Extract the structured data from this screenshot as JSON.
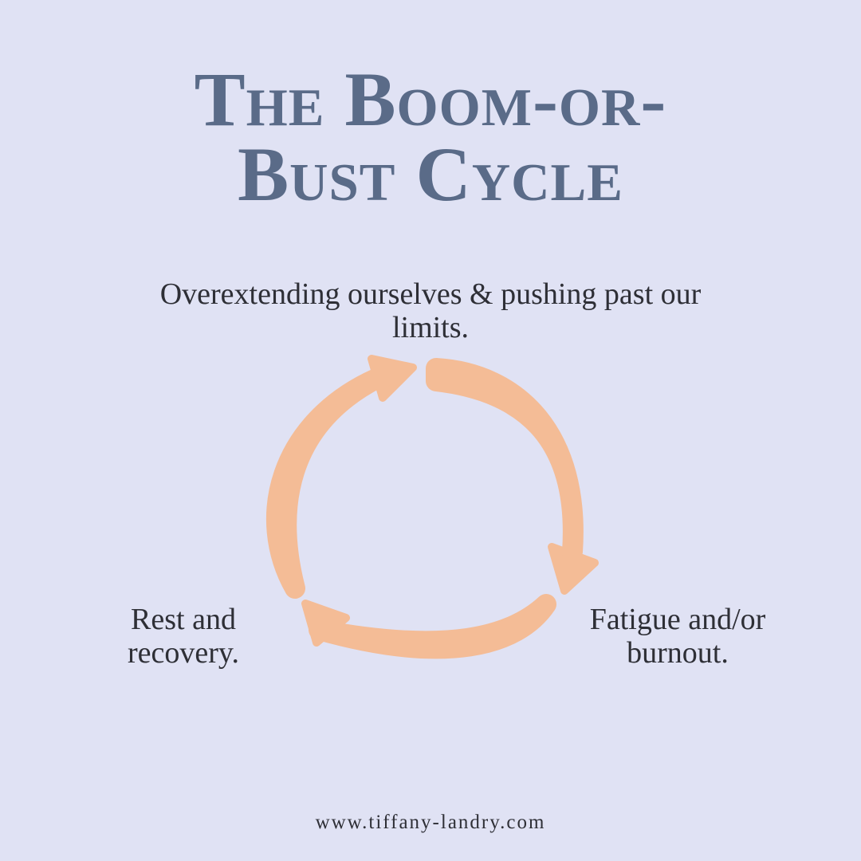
{
  "title": {
    "line1": "The Boom-or-",
    "line2": "Bust Cycle"
  },
  "stages": {
    "boom": "Overextending ourselves & pushing past our limits.",
    "bust": "Fatigue and/or burnout.",
    "recovery": "Rest and recovery."
  },
  "footer": {
    "website": "www.tiffany-landry.com"
  },
  "colors": {
    "background": "#e0e2f4",
    "title": "#5a6b88",
    "arrow": "#f4bc96",
    "text": "#2e2f36"
  }
}
